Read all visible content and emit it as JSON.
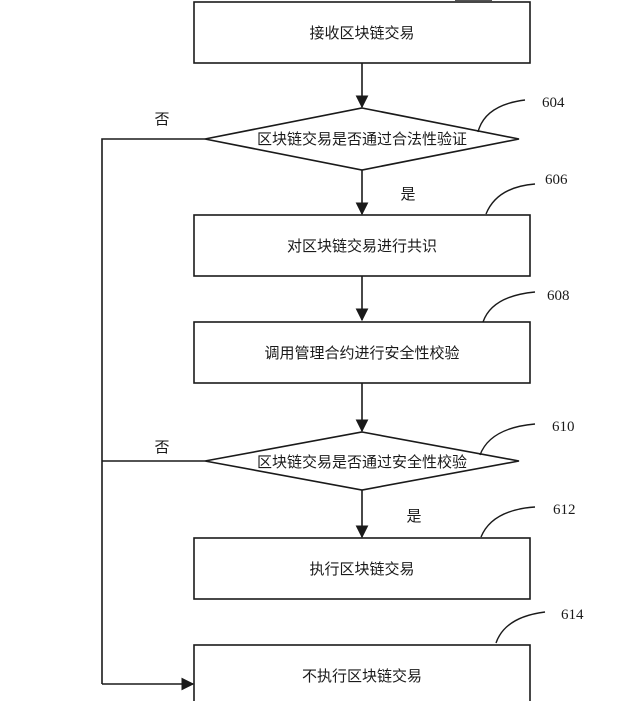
{
  "nodes": {
    "receive": "接收区块链交易",
    "legality_check": "区块链交易是否通过合法性验证",
    "consensus": "对区块链交易进行共识",
    "invoke_contract": "调用管理合约进行安全性校验",
    "security_check": "区块链交易是否通过安全性校验",
    "execute": "执行区块链交易",
    "not_execute": "不执行区块链交易"
  },
  "edge_labels": {
    "no_1": "否",
    "yes_1": "是",
    "no_2": "否",
    "yes_2": "是"
  },
  "refs": {
    "r604": "604",
    "r606": "606",
    "r608": "608",
    "r610": "610",
    "r612": "612",
    "r614": "614"
  }
}
